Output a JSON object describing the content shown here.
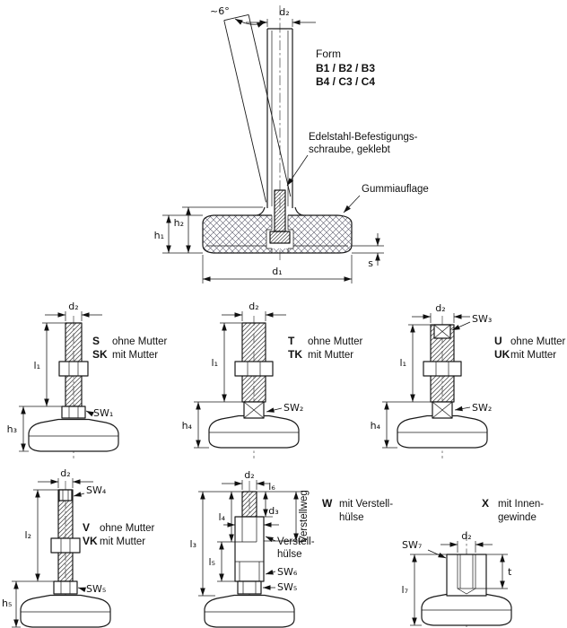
{
  "drawing": {
    "main": {
      "angle": "~6°",
      "d2": "d₂",
      "form_title": "Form",
      "form_line1": "B1 / B2 / B3",
      "form_line2": "B4 / C3 / C4",
      "screw_note_1": "Edelstahl-Befestigungs-",
      "screw_note_2": "schraube, geklebt",
      "rubber_note": "Gummiauflage",
      "h1": "h₁",
      "h2": "h₂",
      "s": "s",
      "d1": "d₁"
    },
    "s_sk": {
      "d2": "d₂",
      "code1": "S",
      "desc1": "ohne Mutter",
      "code2": "SK",
      "desc2": "mit Mutter",
      "l1": "l₁",
      "sw1": "SW₁",
      "h3": "h₃"
    },
    "t_tk": {
      "d2": "d₂",
      "code1": "T",
      "desc1": "ohne Mutter",
      "code2": "TK",
      "desc2": "mit Mutter",
      "l1": "l₁",
      "sw2": "SW₂",
      "h4": "h₄"
    },
    "u_uk": {
      "d2": "d₂",
      "sw3": "SW₃",
      "code1": "U",
      "desc1": "ohne Mutter",
      "code2": "UK",
      "desc2": "mit Mutter",
      "l1": "l₁",
      "sw2": "SW₂",
      "h4": "h₄"
    },
    "v_vk": {
      "d2": "d₂",
      "sw4": "SW₄",
      "code1": "V",
      "desc1": "ohne Mutter",
      "code2": "VK",
      "desc2": "mit Mutter",
      "l2": "l₂",
      "sw5": "SW₅",
      "h5": "h₅"
    },
    "w": {
      "d2": "d₂",
      "l6": "l₆",
      "l4": "l₄",
      "d3": "d₃",
      "travel": "Verstellweg",
      "code": "W",
      "desc1": "mit Verstell-",
      "desc2": "hülse",
      "sleeve1": "Verstell-",
      "sleeve2": "hülse",
      "l3": "l₃",
      "l5": "l₅",
      "sw6": "SW₆",
      "sw5": "SW₅"
    },
    "x": {
      "code": "X",
      "desc1": "mit Innen-",
      "desc2": "gewinde",
      "sw7": "SW₇",
      "d2": "d₂",
      "t": "t",
      "l7": "l₇"
    }
  },
  "colors": {
    "line": "#1a1a1a",
    "background": "#ffffff"
  }
}
